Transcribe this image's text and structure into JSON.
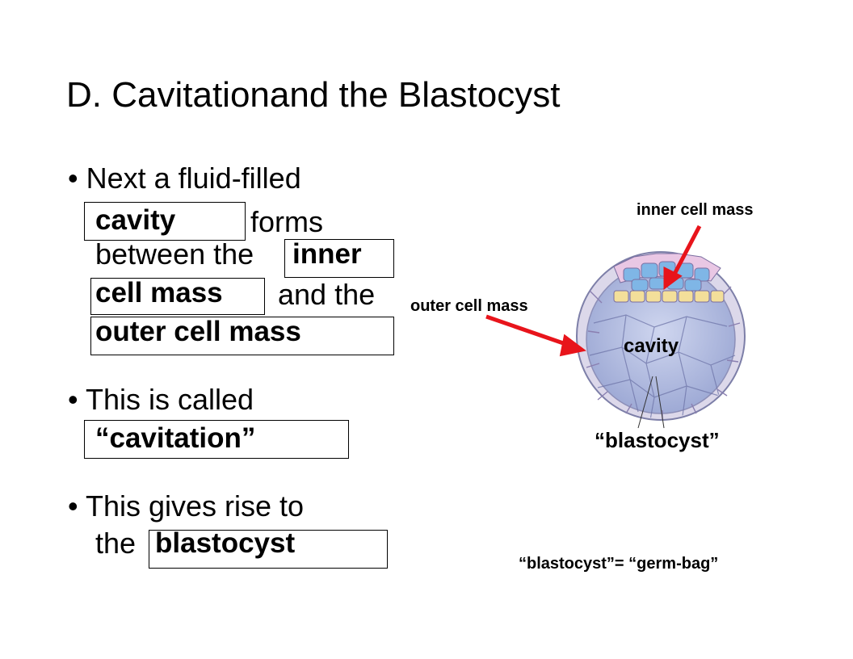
{
  "title": "D. Cavitationand  the Blastocyst",
  "bullets": {
    "b1_line1": "• Next a fluid-filled",
    "b1_answer_cavity": "cavity",
    "b1_forms": "forms",
    "b1_between": "between the",
    "b1_answer_inner": "inner",
    "b1_answer_cellmass": "cell mass",
    "b1_andthe": "and the",
    "b1_answer_outer": "outer cell mass",
    "b2_line1": "• This is called",
    "b2_answer": "“cavitation”",
    "b3_line1": "• This gives rise to",
    "b3_the": "the",
    "b3_answer": "blastocyst"
  },
  "diagram": {
    "label_inner": "inner cell mass",
    "label_outer": "outer cell mass",
    "label_cavity": "cavity",
    "label_blastocyst": "“blastocyst”",
    "caption": "“blastocyst”= “germ-bag”",
    "arrow_color": "#e8141b"
  }
}
